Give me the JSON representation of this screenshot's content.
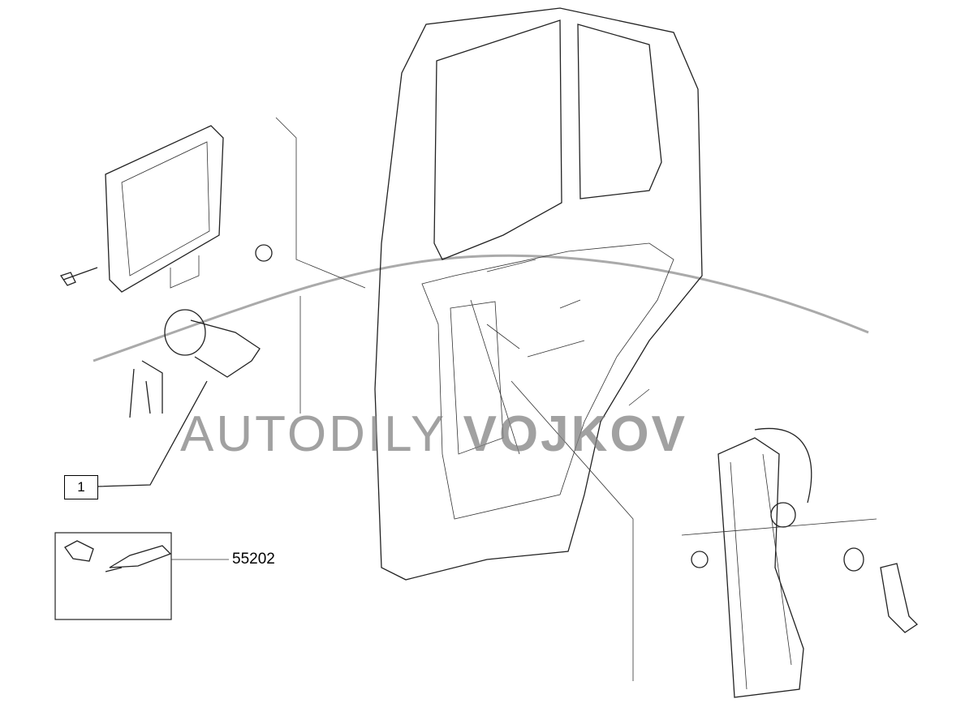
{
  "callouts": {
    "part_1": "1",
    "kit_number": "55202"
  },
  "watermark": {
    "part1": "AUTODILY",
    "part2": "VOJKOV"
  }
}
